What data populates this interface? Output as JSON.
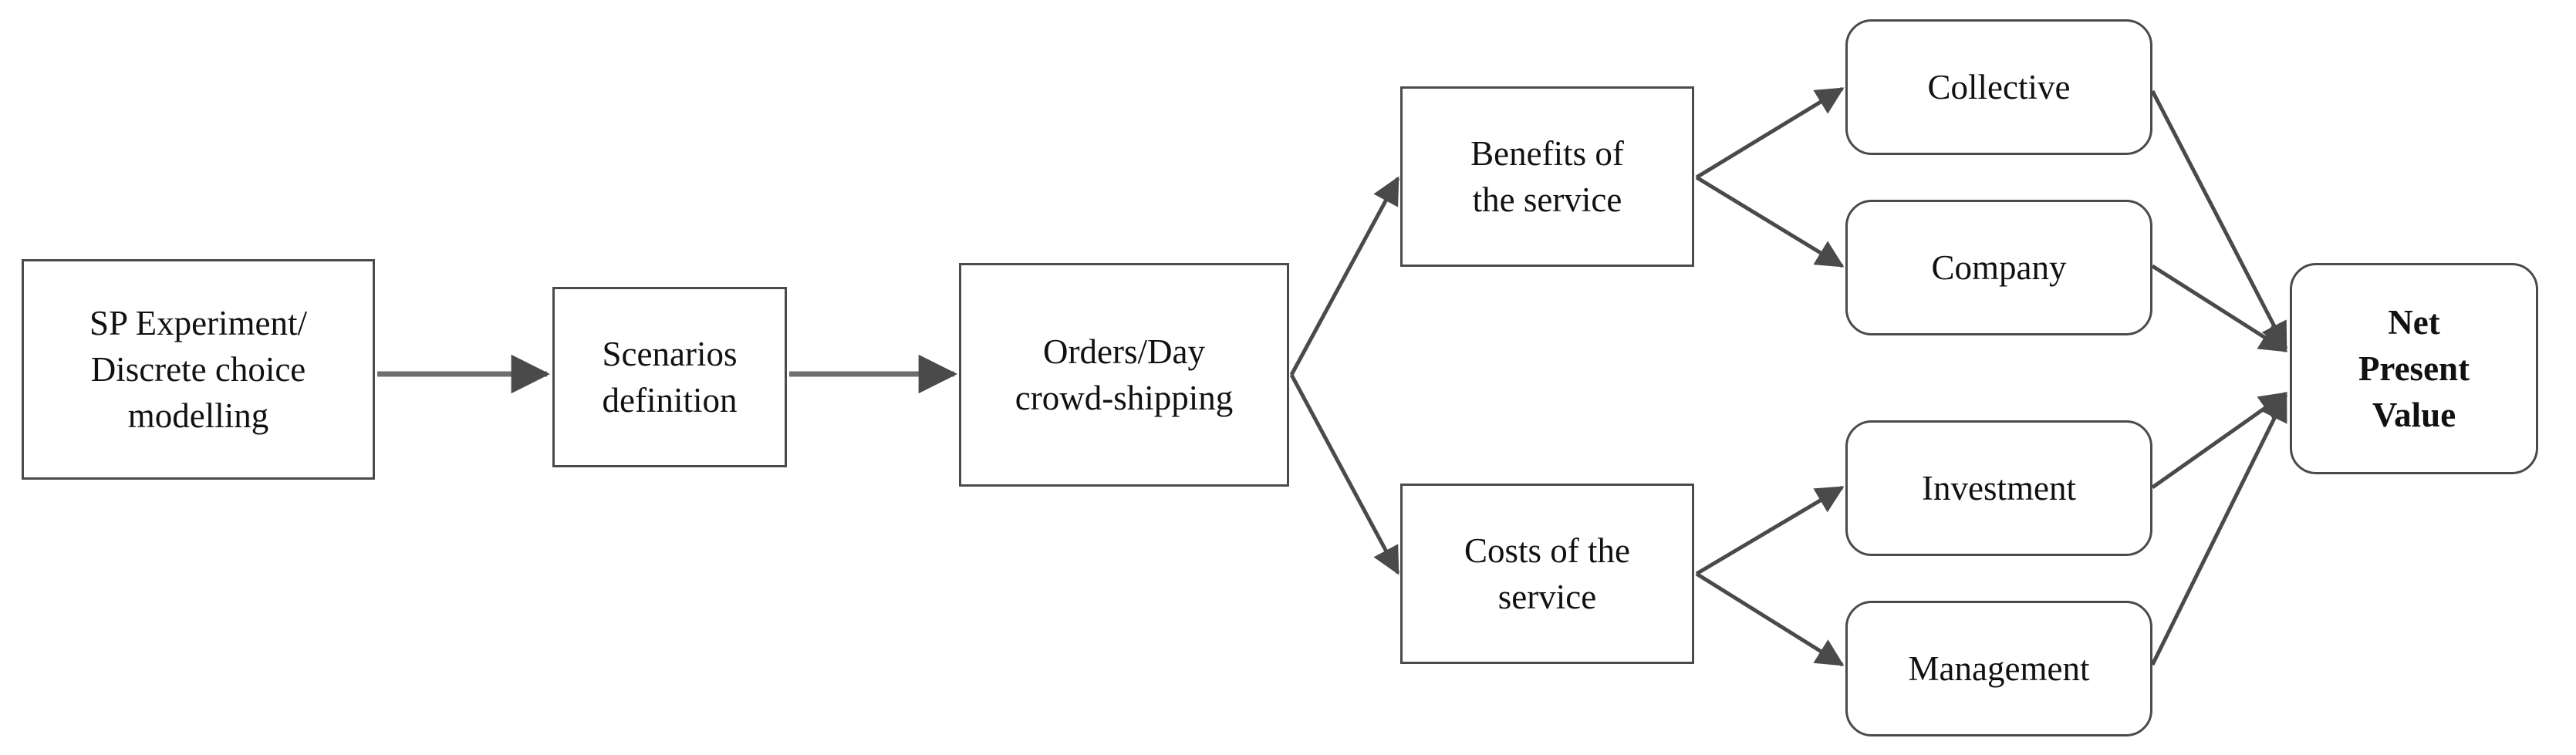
{
  "diagram": {
    "title": "Crowd-shipping Net Present Value assessment flowchart",
    "colors": {
      "node_border": "#4a4a4a",
      "node_fill": "#ffffff",
      "edge_stroke": "#4a4a4a",
      "text": "#111111",
      "background": "#ffffff"
    },
    "nodes": [
      {
        "id": "sp",
        "label": "SP Experiment/\nDiscrete choice\nmodelling",
        "shape": "rect"
      },
      {
        "id": "scenarios",
        "label": "Scenarios\ndefinition",
        "shape": "rect"
      },
      {
        "id": "orders",
        "label": "Orders/Day\ncrowd-shipping",
        "shape": "rect"
      },
      {
        "id": "benefits",
        "label": "Benefits of\nthe service",
        "shape": "rect"
      },
      {
        "id": "costs",
        "label": "Costs of the\nservice",
        "shape": "rect"
      },
      {
        "id": "collective",
        "label": "Collective",
        "shape": "rounded"
      },
      {
        "id": "company",
        "label": "Company",
        "shape": "rounded"
      },
      {
        "id": "investment",
        "label": "Investment",
        "shape": "rounded"
      },
      {
        "id": "management",
        "label": "Management",
        "shape": "rounded"
      },
      {
        "id": "npv",
        "label": "Net\nPresent\nValue",
        "shape": "rounded"
      }
    ],
    "edges": [
      {
        "from": "sp",
        "to": "scenarios",
        "arrow": "filled-triangle"
      },
      {
        "from": "scenarios",
        "to": "orders",
        "arrow": "filled-triangle"
      },
      {
        "from": "orders",
        "to": "benefits",
        "arrow": "filled-triangle"
      },
      {
        "from": "orders",
        "to": "costs",
        "arrow": "filled-triangle"
      },
      {
        "from": "benefits",
        "to": "collective",
        "arrow": "filled-triangle"
      },
      {
        "from": "benefits",
        "to": "company",
        "arrow": "filled-triangle"
      },
      {
        "from": "costs",
        "to": "investment",
        "arrow": "filled-triangle"
      },
      {
        "from": "costs",
        "to": "management",
        "arrow": "filled-triangle"
      },
      {
        "from": "collective",
        "to": "npv",
        "arrow": "filled-triangle"
      },
      {
        "from": "company",
        "to": "npv",
        "arrow": "filled-triangle"
      },
      {
        "from": "investment",
        "to": "npv",
        "arrow": "filled-triangle"
      },
      {
        "from": "management",
        "to": "npv",
        "arrow": "filled-triangle"
      }
    ]
  }
}
